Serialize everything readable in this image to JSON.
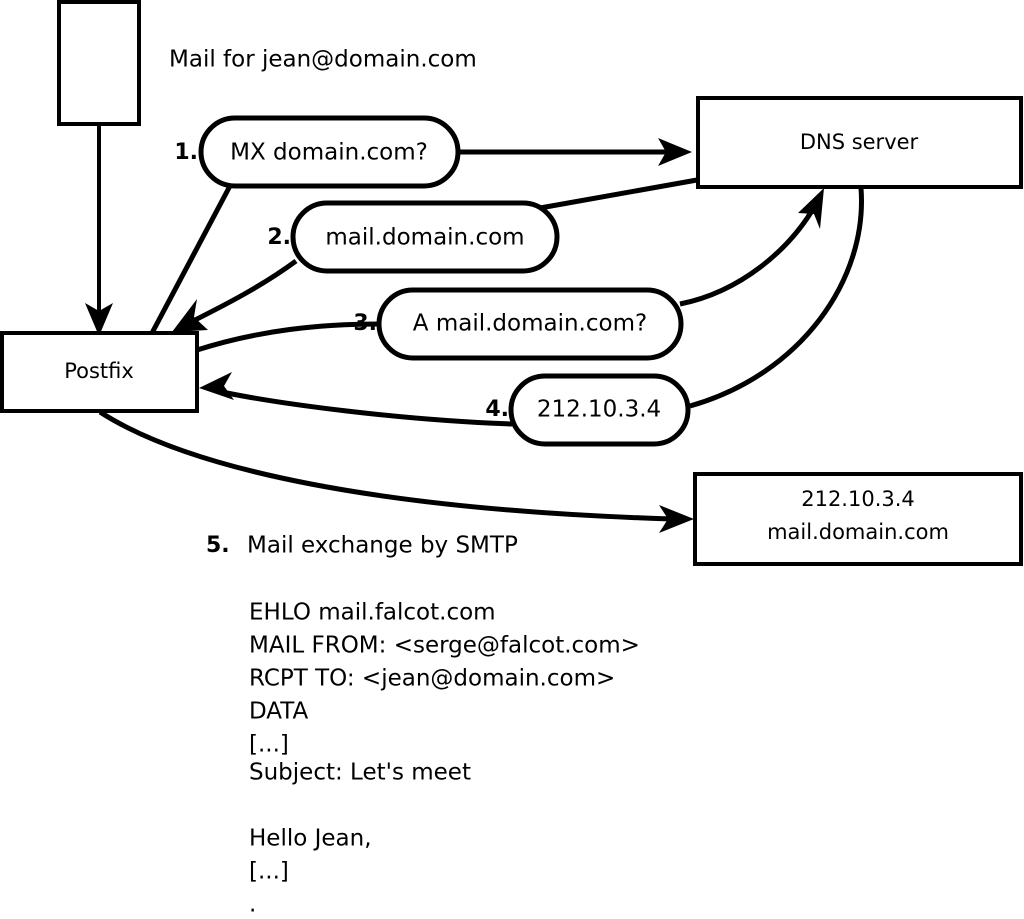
{
  "diagram": {
    "title_caption": "Mail for jean@domain.com",
    "nodes": [
      {
        "id": "sender-box",
        "label": ""
      },
      {
        "id": "postfix-box",
        "label": "Postfix"
      },
      {
        "id": "dns-server-box",
        "label": "DNS server"
      },
      {
        "id": "remote-mx-box",
        "label_line1": "212.10.3.4",
        "label_line2": "mail.domain.com"
      }
    ],
    "steps": [
      {
        "number": "1.",
        "text": "MX domain.com?"
      },
      {
        "number": "2.",
        "text": "mail.domain.com"
      },
      {
        "number": "3.",
        "text": "A mail.domain.com?"
      },
      {
        "number": "4.",
        "text": "212.10.3.4"
      }
    ],
    "step5": {
      "number": "5.",
      "text": "Mail exchange by SMTP"
    },
    "smtp_transcript": [
      "EHLO mail.falcot.com",
      "MAIL FROM: <serge@falcot.com>",
      "RCPT TO: <jean@domain.com>",
      "DATA",
      "[...]",
      "Subject: Let's meet",
      "",
      "Hello Jean,",
      "[...]",
      "."
    ],
    "colors": {
      "stroke": "#000000",
      "fill": "#ffffff",
      "text": "#000000"
    }
  }
}
